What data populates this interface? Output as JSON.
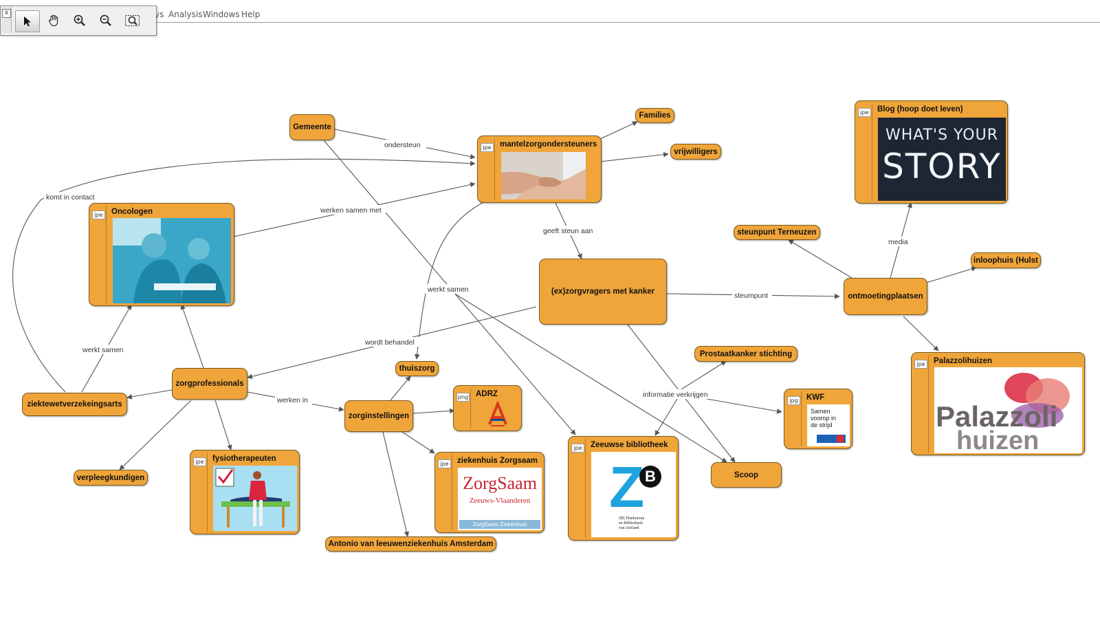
{
  "menu": {
    "m1": "ys",
    "m2": "Analysis",
    "m3": "Windows",
    "m4": "Help"
  },
  "toolbar": {
    "close": "x"
  },
  "badges": {
    "jpe": "jpe",
    "png": "png",
    "jpg": "jpg"
  },
  "nodes": {
    "gemeente": "Gemeente",
    "mantelzorg": "mantelzorgondersteuners",
    "families": "Families",
    "vrijwilligers": "vrijwilligers",
    "blog": "Blog (hoop doet leven)",
    "oncologen": "Oncologen",
    "steunpunt": "steunpunt Terneuzen",
    "exzorgvragers": "(ex)zorgvragers met kanker",
    "ontmoetingsplaatsen": "ontmoetingplaatsen",
    "inloophuis": "inloophuis (Hulst",
    "palazzoli": "Palazzolihuizen",
    "prostaat": "Prostaatkanker stichting",
    "kwf": "KWF",
    "thuiszorg": "thuiszorg",
    "zorgprofessionals": "zorgprofessionals",
    "ziektewet": "ziektewetverzekeingsarts",
    "zorginstellingen": "zorginstellingen",
    "adrz": "ADRZ",
    "zeeuwse": "Zeeuwse bibliotheek",
    "scoop": "Scoop",
    "fysio": "fysiotherapeuten",
    "verpleeg": "verpleegkundigen",
    "zorgsaam": "ziekenhuis Zorgsaam",
    "antonio": "Antonio van leeuwenziekenhuis Amsterdam"
  },
  "edge_labels": {
    "ondersteun": "ondersteun",
    "komt_in_contact": "komt in contact",
    "werken_samen_met": "werken samen met",
    "geeft_steun_aan": "geeft steun aan",
    "werkt_samen_1": "werkt samen",
    "werkt_samen_2": "werkt samen",
    "steunpunt": "steumpunt",
    "media": "media",
    "wordt_behandel": "wordt behandel",
    "informatie": "informatie verkrijgen",
    "werken_in": "werken in"
  },
  "images": {
    "blog_l1": "WHAT'S YOUR",
    "blog_l2": "STORY",
    "palazzoli_l1": "Palazzoli",
    "palazzoli_l2": "huizen",
    "kwf_l1": "Samen",
    "kwf_l2": "voorop in",
    "kwf_l3": "de strijd",
    "zorgsaam_l1": "ZorgSaam",
    "zorgsaam_l2": "Zeeuws-Vlaanderen",
    "zorgsaam_l3": "ZorgSaam Ziekenhuis",
    "zb_letter": "Z",
    "zb_b": "B",
    "zb_l1": "ZB| Planbureau",
    "zb_l2": "en Bibliotheek",
    "zb_l3": "van Zeeland"
  },
  "colors": {
    "node_fill": "#f0a53a",
    "node_border": "#7a5a20",
    "edge": "#555555"
  }
}
